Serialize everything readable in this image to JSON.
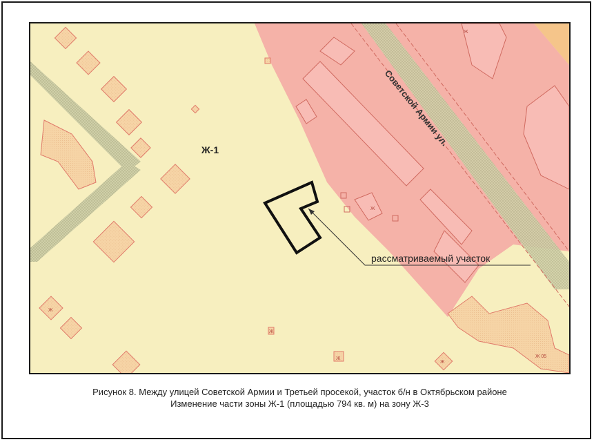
{
  "map": {
    "zone_label": "Ж-1",
    "street_label": "Советской Армии ул.",
    "callout_label": "рассматриваемый участок",
    "small_labels": [
      "Ж",
      "Ж",
      "Ж",
      "Ж",
      "Ж",
      "Ж",
      "Ж 05"
    ],
    "colors": {
      "background": "#f7efbf",
      "residential_zone": "#f4a7a3",
      "building_fill": "#f6d4a6",
      "building_stroke": "#e07a6a",
      "road": "#c9c9a0",
      "parcel_outline": "#111111",
      "corner_orange": "#f5c58a"
    }
  },
  "caption": {
    "line1": "Рисунок 8. Между улицей Советской Армии и Третьей просекой, участок б/н в Октябрьском районе",
    "line2": "Изменение части зоны Ж-1 (площадью 794 кв. м) на зону Ж-3"
  }
}
